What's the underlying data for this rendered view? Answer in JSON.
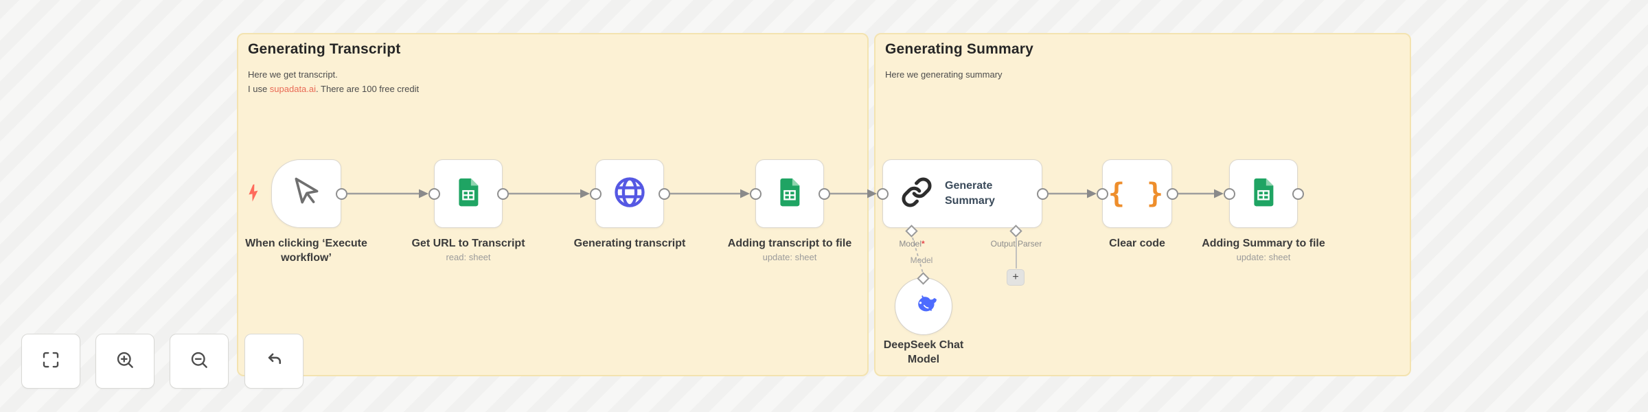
{
  "colors": {
    "canvas_bg": "#F7F7F6",
    "group_fill": "#FCF1D4",
    "group_border": "#F3E3B0",
    "link_red": "#E96A55",
    "sheets_green": "#1FA463",
    "sheets_green_light": "#8FD4AF",
    "globe_indigo": "#5558E3",
    "braces_orange": "#EE8E2C",
    "deepseek_blue": "#4D6BFE",
    "bolt_red": "#FF6B5C",
    "wire_gray": "#9E9E9E",
    "required_red": "#E5484D"
  },
  "groups": [
    {
      "title": "Generating Transcript",
      "desc_line1": "Here we get transcript.",
      "desc_line2_prefix": "I use ",
      "link": "supadata.ai",
      "desc_line2_suffix": ". There are 100 free credit"
    },
    {
      "title": "Generating Summary",
      "desc": "Here we generating summary"
    }
  ],
  "nodes": [
    {
      "label": "When clicking ‘Execute workflow’",
      "sub": "",
      "icon": "mouse-pointer-icon"
    },
    {
      "label": "Get URL to Transcript",
      "sub": "read: sheet",
      "icon": "google-sheets-icon"
    },
    {
      "label": "Generating transcript",
      "sub": "",
      "icon": "globe-icon"
    },
    {
      "label": "Adding transcript to file",
      "sub": "update: sheet",
      "icon": "google-sheets-icon"
    },
    {
      "label": "Generate Summary",
      "sub": "",
      "icon": "chain-link-icon"
    },
    {
      "label": "Clear code",
      "sub": "",
      "icon": "curly-braces-icon"
    },
    {
      "label": "Adding Summary to file",
      "sub": "update: sheet",
      "icon": "google-sheets-icon"
    },
    {
      "label": "DeepSeek Chat Model",
      "sub": "",
      "icon": "deepseek-whale-icon"
    }
  ],
  "sub_ports": {
    "model_label": "Model",
    "required_marker": "*",
    "output_parser_label": "Output Parser",
    "wire_label": "Model",
    "add_button": "+"
  },
  "glyphs": {
    "braces": "{ }"
  },
  "toolbar": {
    "buttons": [
      {
        "name": "fit-view"
      },
      {
        "name": "zoom-in"
      },
      {
        "name": "zoom-out"
      },
      {
        "name": "undo"
      }
    ]
  }
}
